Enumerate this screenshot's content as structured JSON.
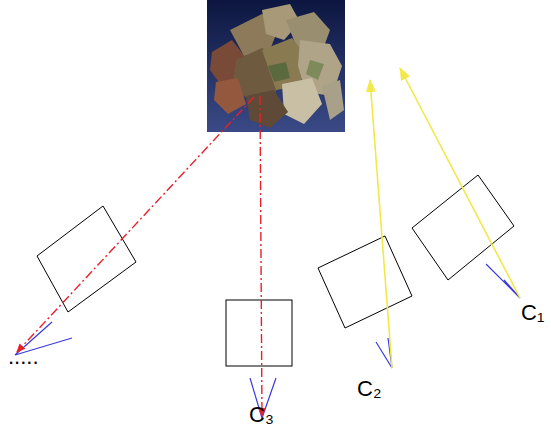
{
  "diagram": {
    "labels": [
      "C₁",
      "C₂",
      "C₃",
      "....."
    ]
  }
}
